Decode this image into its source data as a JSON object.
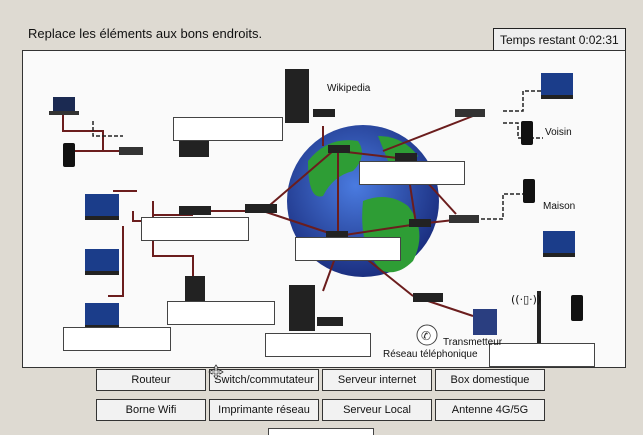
{
  "instruction": "Replace les éléments aux bons endroits.",
  "timer": "Temps restant 0:02:31",
  "labels": {
    "wikipedia": "Wikipedia",
    "voisin": "Voisin",
    "maison": "Maison",
    "transmetteur": "Transmetteur",
    "reseau": "Réseau téléphonique"
  },
  "chips": [
    "Routeur",
    "Switch/commutateur",
    "Serveur internet",
    "Box domestique",
    "Borne Wifi",
    "Imprimante réseau",
    "Serveur Local",
    "Antenne 4G/5G"
  ],
  "colors": {
    "board": "#fafafa",
    "link": "#6b1d1d",
    "ocean": "#2a4bb3",
    "land": "#2e9d35"
  }
}
